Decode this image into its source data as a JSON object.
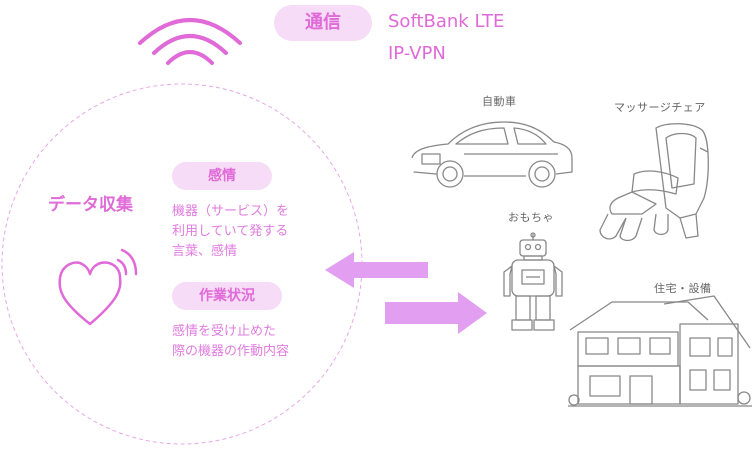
{
  "communication": {
    "label": "通信",
    "network_line1": "SoftBank LTE",
    "network_line2": "IP-VPN"
  },
  "data_collection": {
    "title": "データ収集",
    "emotion_label": "感情",
    "emotion_desc": [
      "機器（サービス）を",
      "利用していて発する",
      "言葉、感情"
    ],
    "work_label": "作業状況",
    "work_desc": [
      "感情を受け止めた",
      "際の機器の作動内容"
    ]
  },
  "devices": {
    "car": "自動車",
    "massage_chair": "マッサージチェア",
    "toy": "おもちゃ",
    "house": "住宅・設備"
  },
  "colors": {
    "accent": "#e06ad8",
    "pill_bg": "#f6dcf6",
    "arrow": "#e29ef0",
    "line_art": "#888888"
  }
}
